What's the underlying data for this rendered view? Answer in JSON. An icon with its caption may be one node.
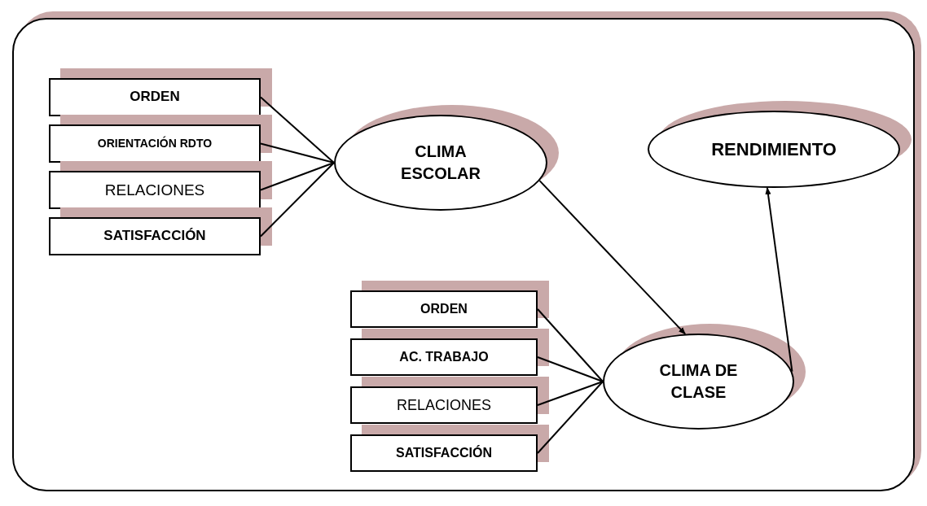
{
  "diagram": {
    "nodes": [
      {
        "text": [
          "ORDEN"
        ]
      },
      {
        "text": [
          "ORIENTACIÓN RDTO"
        ]
      },
      {
        "text": [
          "RELACIONES"
        ]
      },
      {
        "text": [
          "SATISFACCIÓN"
        ]
      },
      {
        "text": [
          "CLIMA ESCOLAR"
        ]
      },
      {
        "text": [
          "RENDIMIENTO"
        ]
      },
      {
        "text": [
          "ORDEN"
        ]
      },
      {
        "text": [
          "AC. TRABAJO"
        ]
      },
      {
        "text": [
          "RELACIONES"
        ]
      },
      {
        "text": [
          "SATISFACCIÓN"
        ]
      },
      {
        "text": [
          "CLIMA DE CLASE"
        ]
      }
    ],
    "edges": [
      {
        "from": 0,
        "to": 4,
        "arrow": "none"
      },
      {
        "from": 1,
        "to": 4,
        "arrow": "none"
      },
      {
        "from": 2,
        "to": 4,
        "arrow": "none"
      },
      {
        "from": 3,
        "to": 4,
        "arrow": "none"
      },
      {
        "from": 4,
        "to": 10,
        "arrow": "to"
      },
      {
        "from": 6,
        "to": 10,
        "arrow": "none"
      },
      {
        "from": 7,
        "to": 10,
        "arrow": "none"
      },
      {
        "from": 8,
        "to": 10,
        "arrow": "none"
      },
      {
        "from": 9,
        "to": 10,
        "arrow": "none"
      },
      {
        "from": 10,
        "to": 5,
        "arrow": "to"
      }
    ]
  }
}
